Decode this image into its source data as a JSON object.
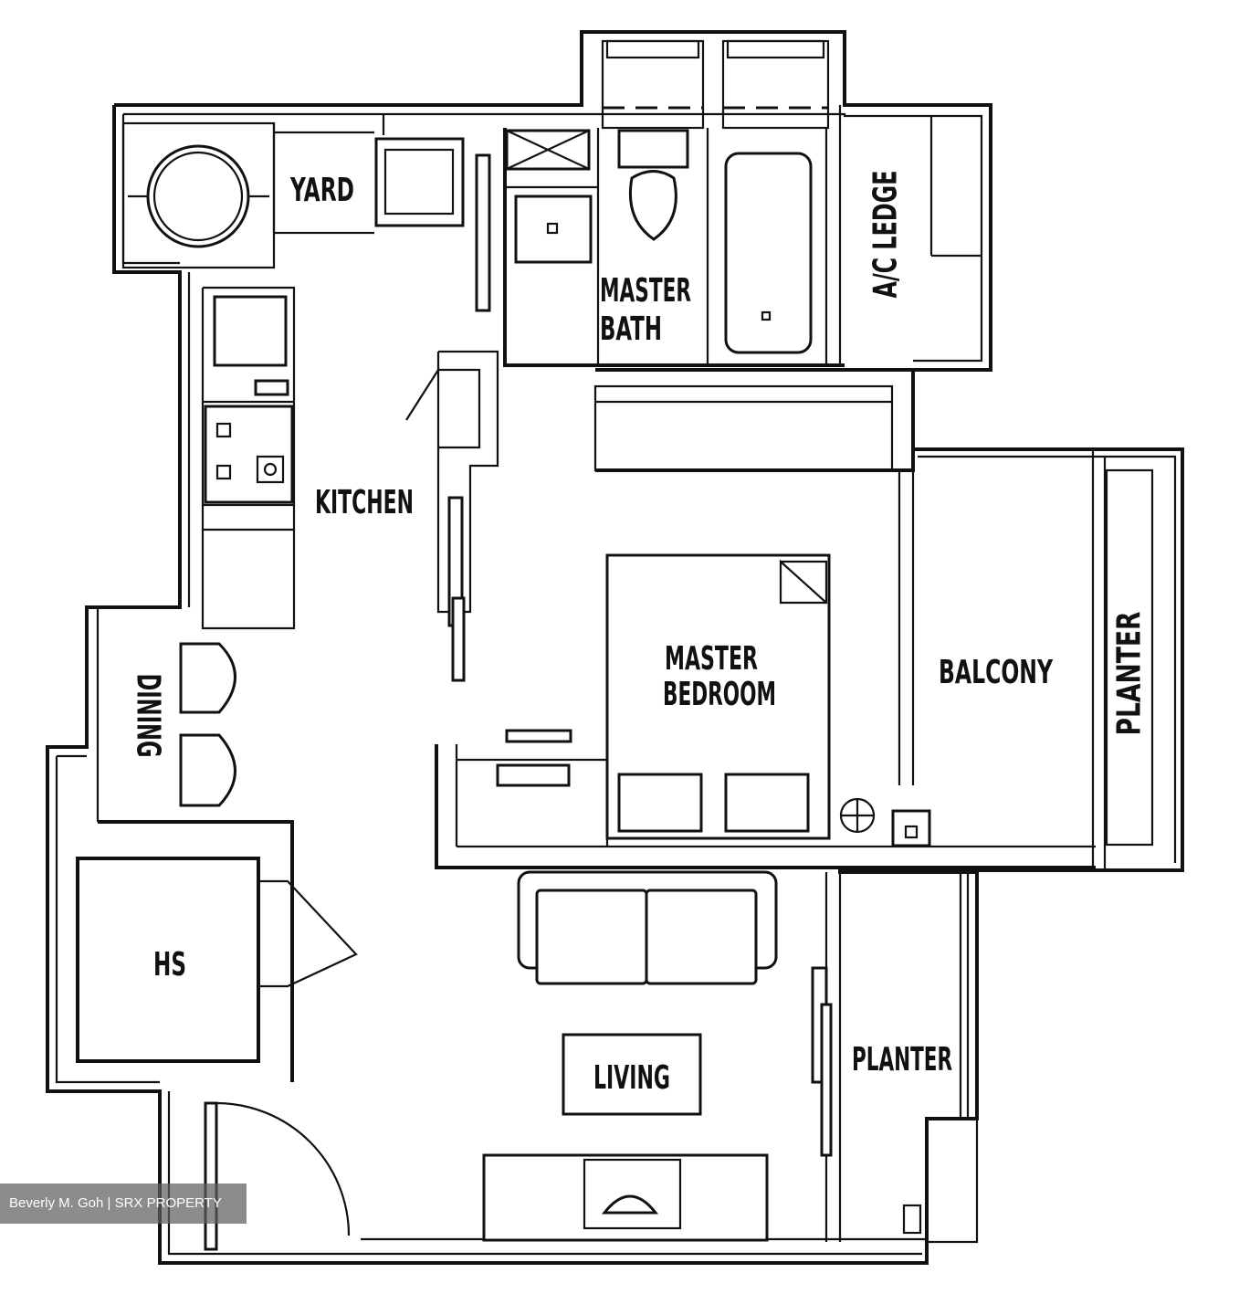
{
  "rooms": {
    "yard": "YARD",
    "master_bath_line1": "MASTER",
    "master_bath_line2": "BATH",
    "ac_ledge": "A/C LEDGE",
    "kitchen": "KITCHEN",
    "master_bedroom_line1": "MASTER",
    "master_bedroom_line2": "BEDROOM",
    "balcony": "BALCONY",
    "planter_balcony": "PLANTER",
    "dining": "DINING",
    "hs": "HS",
    "living": "LIVING",
    "planter_living": "PLANTER"
  },
  "watermark": "Beverly M. Goh | SRX PROPERTY"
}
